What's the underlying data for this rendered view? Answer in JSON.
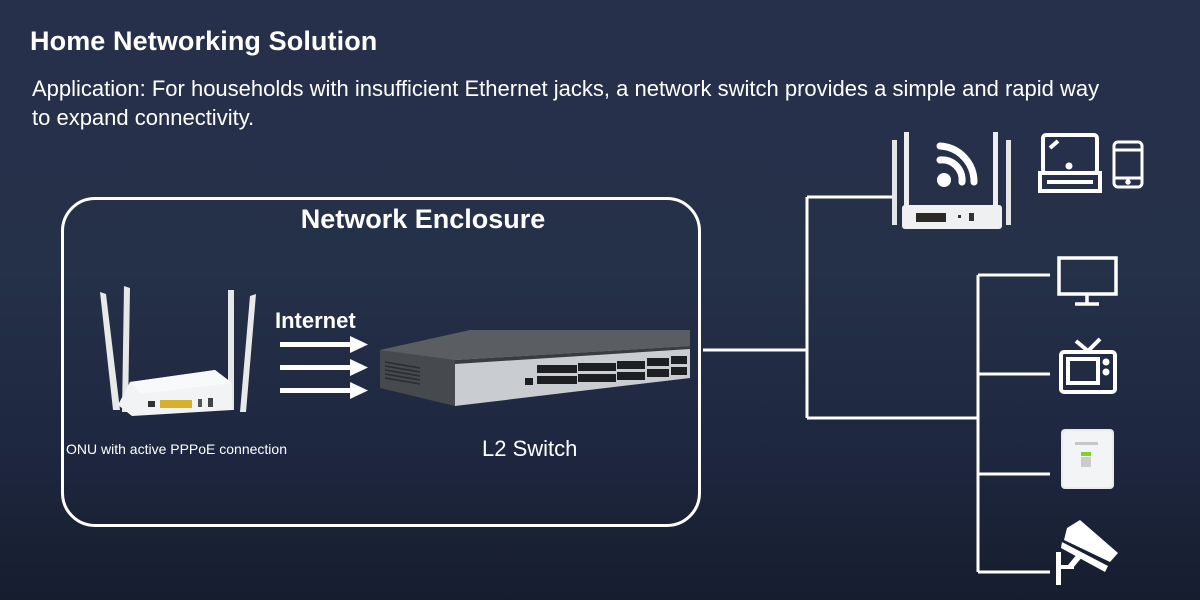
{
  "header": {
    "title": "Home Networking Solution",
    "description": "Application: For households with insufficient Ethernet jacks, a network switch provides a simple and rapid way to expand connectivity."
  },
  "enclosure": {
    "title": "Network Enclosure",
    "onu_label": "ONU with active PPPoE connection",
    "internet_label": "Internet",
    "switch_label": "L2 Switch"
  },
  "devices": [
    {
      "name": "wireless-router",
      "icon": "router-icon"
    },
    {
      "name": "wifi",
      "icon": "wifi-icon"
    },
    {
      "name": "laptop",
      "icon": "laptop-icon"
    },
    {
      "name": "smartphone",
      "icon": "phone-icon"
    },
    {
      "name": "monitor",
      "icon": "monitor-icon"
    },
    {
      "name": "tv",
      "icon": "tv-icon"
    },
    {
      "name": "ethernet-wall-jack",
      "icon": "wall-jack-icon"
    },
    {
      "name": "security-camera",
      "icon": "camera-icon"
    }
  ],
  "colors": {
    "background": "#252f48",
    "line": "#ffffff",
    "jack_led": "#7ed321"
  }
}
